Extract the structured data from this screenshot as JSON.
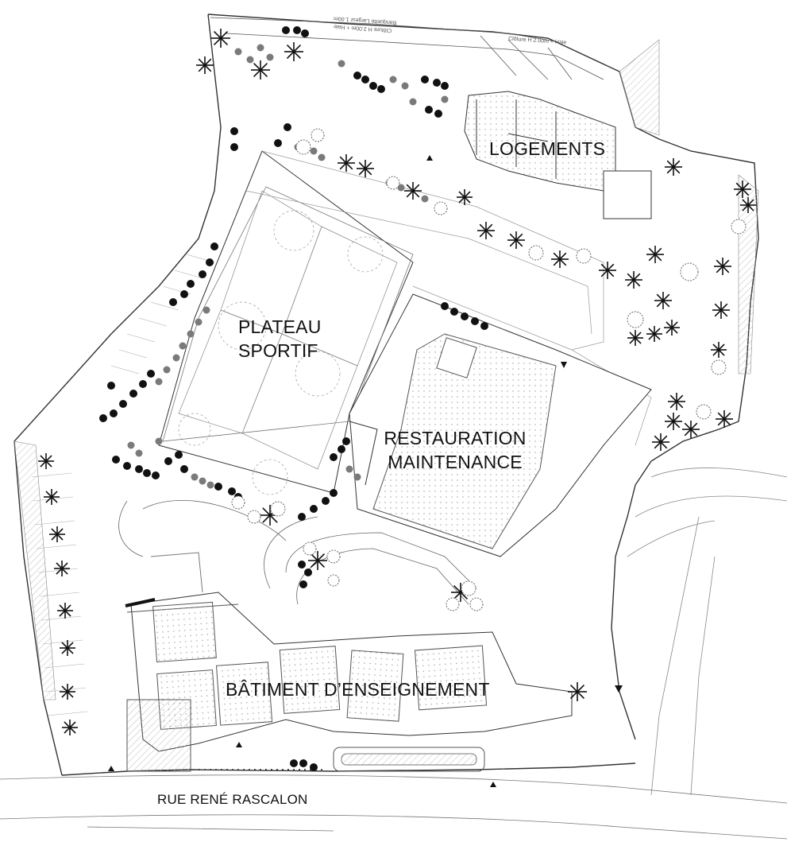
{
  "labels": {
    "logements": "LOGEMENTS",
    "plateau_line1": "PLATEAU",
    "plateau_line2": "SPORTIF",
    "restauration_line1": "RESTAURATION",
    "restauration_line2": "MAINTENANCE",
    "batiment": "BÂTIMENT D’ENSEIGNEMENT",
    "rue": "RUE RENÉ RASCALON"
  },
  "annotations": {
    "top_fence_1": "Banquette Largeur 1.00m",
    "top_fence_2": "Clôture H 2.00m + Haie",
    "top_fence_3": "Clôture H 2.00m + Haie"
  },
  "colors": {
    "line": "#333333",
    "light_line": "#8a8a8a",
    "hatch": "#cfcfcf",
    "tree_dark": "#111111",
    "tree_grey": "#7a7a7a"
  }
}
